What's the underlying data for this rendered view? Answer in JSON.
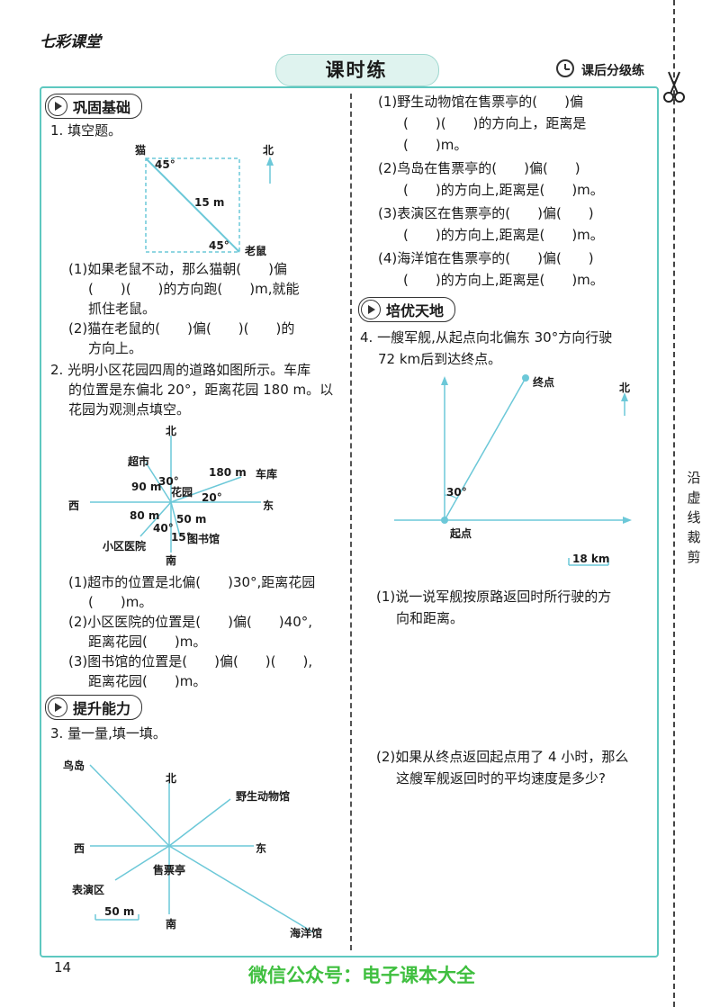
{
  "header": {
    "brand": "七彩课堂",
    "title": "课时练",
    "badge": "课后分级练"
  },
  "side_text": [
    "沿",
    "虚",
    "线",
    "裁",
    "剪"
  ],
  "page_number": "14",
  "footer_watermark": "微信公众号：电子课本大全",
  "sections": {
    "basic": "巩固基础",
    "improve": "提升能力",
    "excellence": "培优天地"
  },
  "q1": {
    "title": "1. 填空题。",
    "fig": {
      "cat": "猫",
      "mouse": "老鼠",
      "north": "北",
      "dist": "15 m",
      "angle_top": "45°",
      "angle_bottom": "45°"
    },
    "p1_line1": "(1)如果老鼠不动，那么猫朝(　　)偏",
    "p1_line2": "(　　)(　　)的方向跑(　　)m,就能",
    "p1_line3": "抓住老鼠。",
    "p2_line1": "(2)猫在老鼠的(　　)偏(　　)(　　)的",
    "p2_line2": "方向上。"
  },
  "q2": {
    "line1": "2. 光明小区花园四周的道路如图所示。车库",
    "line2": "的位置是东偏北 20°，距离花园 180 m。以",
    "line3": "花园为观测点填空。",
    "fig": {
      "north": "北",
      "south": "南",
      "east": "东",
      "west": "西",
      "center": "花园",
      "market": "超市",
      "garage": "车库",
      "hospital": "小区医院",
      "library": "图书馆",
      "d_market": "90 m",
      "d_garage": "180 m",
      "d_hospital": "80 m",
      "d_library": "50 m",
      "a_market": "30°",
      "a_garage": "20°",
      "a_hospital": "40°",
      "a_library": "15°"
    },
    "p1_line1": "(1)超市的位置是北偏(　　)30°,距离花园",
    "p1_line2": "(　　)m。",
    "p2_line1": "(2)小区医院的位置是(　　)偏(　　)40°,",
    "p2_line2": "距离花园(　　)m。",
    "p3_line1": "(3)图书馆的位置是(　　)偏(　　)(　　),",
    "p3_line2": "距离花园(　　)m。"
  },
  "q3": {
    "title": "3. 量一量,填一填。",
    "fig": {
      "bird_island": "鸟岛",
      "north": "北",
      "zoo": "野生动物馆",
      "west": "西",
      "east": "东",
      "ticket": "售票亭",
      "show": "表演区",
      "south": "南",
      "ocean": "海洋馆",
      "scale": "50 m"
    },
    "p1_line1": "(1)野生动物馆在售票亭的(　　)偏",
    "p1_line2": "(　　)(　　)的方向上，距离是",
    "p1_line3": "(　　)m。",
    "p2_line1": "(2)鸟岛在售票亭的(　　)偏(　　)",
    "p2_line2": "(　　)的方向上,距离是(　　)m。",
    "p3_line1": "(3)表演区在售票亭的(　　)偏(　　)",
    "p3_line2": "(　　)的方向上,距离是(　　)m。",
    "p4_line1": "(4)海洋馆在售票亭的(　　)偏(　　)",
    "p4_line2": "(　　)的方向上,距离是(　　)m。"
  },
  "q4": {
    "line1": "4. 一艘军舰,从起点向北偏东 30°方向行驶",
    "line2": "72 km后到达终点。",
    "fig": {
      "end": "终点",
      "start": "起点",
      "north": "北",
      "angle": "30°",
      "scale": "18 km"
    },
    "p1_line1": "(1)说一说军舰按原路返回时所行驶的方",
    "p1_line2": "向和距离。",
    "p2_line1": "(2)如果从终点返回起点用了 4 小时，那么",
    "p2_line2": "这艘军舰返回时的平均速度是多少?"
  },
  "colors": {
    "accent": "#5ec8c0",
    "line": "#6cc8d8",
    "footer": "#3fbf3f"
  }
}
